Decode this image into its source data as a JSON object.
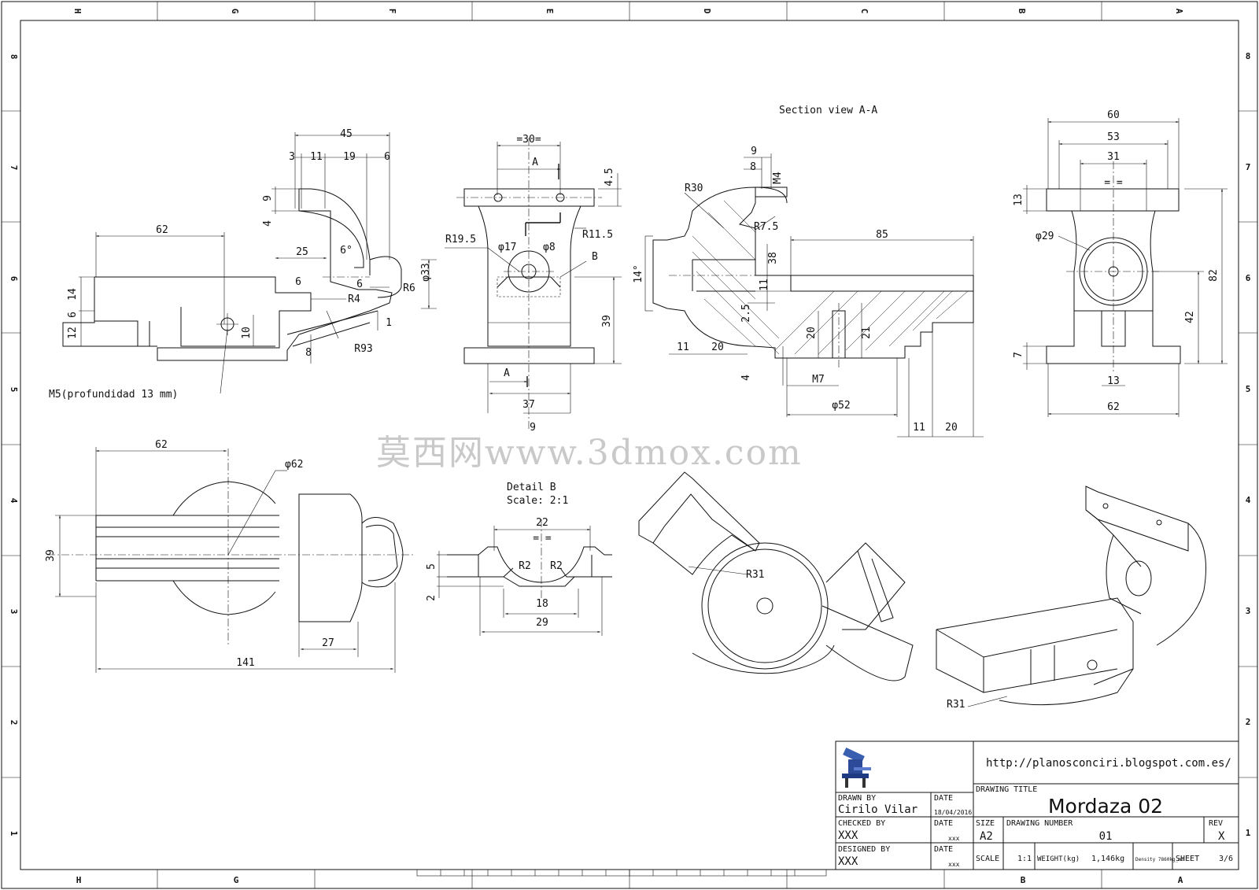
{
  "zones": {
    "columns": [
      "H",
      "G",
      "F",
      "E",
      "D",
      "C",
      "B",
      "A"
    ],
    "rows": [
      "8",
      "7",
      "6",
      "5",
      "4",
      "3",
      "2",
      "1"
    ]
  },
  "views": {
    "section_title": "Section view A-A",
    "detail_title": "Detail B",
    "detail_scale": "Scale:  2:1",
    "tapped_hole_note": "M5(profundidad 13 mm)"
  },
  "dimensions": {
    "left_top": [
      "45",
      "3",
      "11",
      "19",
      "6",
      "9",
      "4",
      "62",
      "25",
      "6°",
      "6",
      "6",
      "R4",
      "R6",
      "φ33",
      "14",
      "6",
      "12",
      "10",
      "8",
      "R93",
      "1"
    ],
    "front": [
      "=30=",
      "A",
      "4.5",
      "R19.5",
      "φ17",
      "φ8",
      "R11.5",
      "B",
      "39",
      "A",
      "37",
      "9"
    ],
    "section": [
      "9",
      "8",
      "M4",
      "R30",
      "R7.5",
      "85",
      "14°",
      "38",
      "11",
      "2.5",
      "20",
      "21",
      "11",
      "20",
      "4",
      "M7",
      "φ52",
      "11",
      "20"
    ],
    "right": [
      "60",
      "53",
      "31",
      "= =",
      "13",
      "φ29",
      "82",
      "42",
      "7",
      "13",
      "62"
    ],
    "bottom_left": [
      "62",
      "φ62",
      "39",
      "27",
      "141"
    ],
    "detail": [
      "22",
      "= =",
      "5",
      "R2",
      "R2",
      "2",
      "18",
      "29"
    ],
    "iso": [
      "R31",
      "R31"
    ]
  },
  "watermark": "莫西网www.3dmox.com",
  "title_block": {
    "url": "http://planosconciri.blogspot.com.es/",
    "drawn_by_label": "DRAWN BY",
    "drawn_by": "Cirilo Vilar",
    "date_label": "DATE",
    "drawn_date": "18/04/2016",
    "checked_by_label": "CHECKED BY",
    "checked_by": "XXX",
    "checked_date": "xxx",
    "designed_by_label": "DESIGNED BY",
    "designed_by": "XXX",
    "designed_date": "xxx",
    "drawing_title_label": "DRAWING TITLE",
    "drawing_title": "Mordaza 02",
    "size_label": "SIZE",
    "size": "A2",
    "drawing_number_label": "DRAWING NUMBER",
    "drawing_number": "01",
    "rev_label": "REV",
    "rev": "X",
    "scale_label": "SCALE",
    "scale": "1:1",
    "weight_label": "WEIGHT(kg)",
    "weight": "1,146kg",
    "density": "Density 7860kg_m3",
    "sheet_label": "SHEET",
    "sheet": "3/6"
  }
}
